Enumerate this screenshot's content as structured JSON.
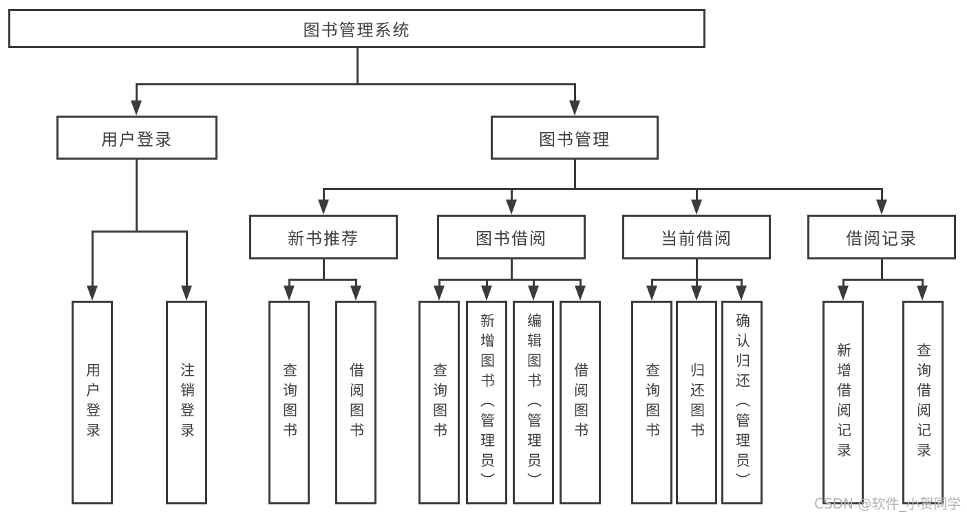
{
  "diagram": {
    "tree": {
      "label": "图书管理系统",
      "children": [
        {
          "label": "用户登录",
          "children": [
            {
              "label": "用户登录"
            },
            {
              "label": "注销登录"
            }
          ]
        },
        {
          "label": "图书管理",
          "children": [
            {
              "label": "新书推荐",
              "children": [
                {
                  "label": "查询图书"
                },
                {
                  "label": "借阅图书"
                }
              ]
            },
            {
              "label": "图书借阅",
              "children": [
                {
                  "label": "查询图书"
                },
                {
                  "label": "新增图书（管理员）"
                },
                {
                  "label": "编辑图书（管理员）"
                },
                {
                  "label": "借阅图书"
                }
              ]
            },
            {
              "label": "当前借阅",
              "children": [
                {
                  "label": "查询图书"
                },
                {
                  "label": "归还图书"
                },
                {
                  "label": "确认归还（管理员）"
                }
              ]
            },
            {
              "label": "借阅记录",
              "children": [
                {
                  "label": "新增借阅记录"
                },
                {
                  "label": "查询借阅记录"
                }
              ]
            }
          ]
        }
      ]
    },
    "colors": {
      "line": "#3b3b3b",
      "text": "#3f3f3f",
      "background": "#ffffff",
      "watermark": "#b3b3b3"
    }
  },
  "watermark": "CSDN @软件_小贺同学"
}
